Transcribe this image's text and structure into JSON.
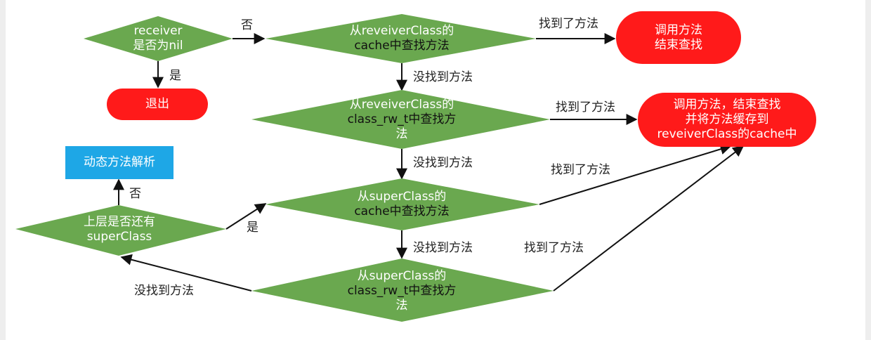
{
  "colors": {
    "decision_green": "#6aa84f",
    "terminal_red": "#ff1a1a",
    "process_blue": "#1ea7e6",
    "line": "#111111"
  },
  "nodes": {
    "receiver_nil": [
      "receiver",
      "是否为nil"
    ],
    "exit": "退出",
    "class_cache": [
      "从reveiverClass的",
      "cache中查找方法"
    ],
    "call_end": [
      "调用方法",
      "结束查找"
    ],
    "class_rw": [
      "从reveiverClass的",
      "class_rw_t中查找方",
      "法"
    ],
    "call_cache": [
      "调用方法，结束查找",
      "并将方法缓存到",
      "reveiverClass的cache中"
    ],
    "super_cache": [
      "从superClass的",
      "cache中查找方法"
    ],
    "super_rw": [
      "从superClass的",
      "class_rw_t中查找方",
      "法"
    ],
    "has_super": [
      "上层是否还有",
      "superClass"
    ],
    "dynamic": "动态方法解析"
  },
  "edge_labels": {
    "no_1": "否",
    "yes_1": "是",
    "found_1": "找到了方法",
    "notfound_1": "没找到方法",
    "found_2": "找到了方法",
    "notfound_2": "没找到方法",
    "found_3": "找到了方法",
    "notfound_3": "没找到方法",
    "found_4": "找到了方法",
    "notfound_4": "没找到方法",
    "yes_2": "是",
    "no_2": "否"
  }
}
